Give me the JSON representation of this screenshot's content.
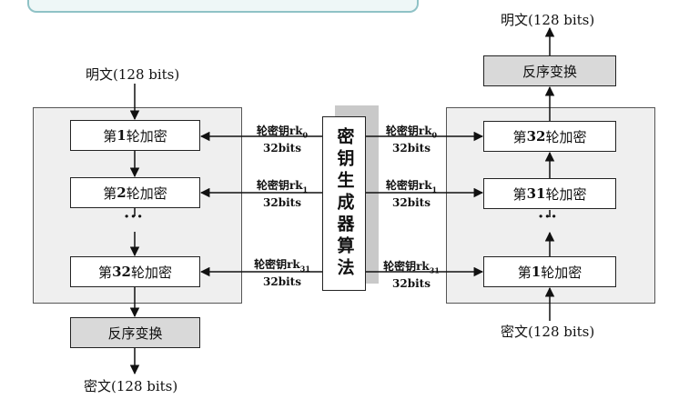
{
  "left": {
    "input": "明文(128 bits)",
    "rounds": [
      {
        "pre": "第",
        "num": "1",
        "post": "轮加密"
      },
      {
        "pre": "第",
        "num": "2",
        "post": "轮加密"
      },
      {
        "pre": "第",
        "num": "32",
        "post": "轮加密"
      }
    ],
    "dots": "···",
    "reverse": "反序变换",
    "output": "密文(128 bits)"
  },
  "right": {
    "input": "密文(128 bits)",
    "rounds": [
      {
        "pre": "第",
        "num": "32",
        "post": "轮加密"
      },
      {
        "pre": "第",
        "num": "31",
        "post": "轮加密"
      },
      {
        "pre": "第",
        "num": "1",
        "post": "轮加密"
      }
    ],
    "dots": "···",
    "reverse": "反序变换",
    "output": "明文(128 bits)"
  },
  "generator": "密钥生成器算法",
  "keys": {
    "left": [
      {
        "text": "轮密钥rk",
        "sub": "0",
        "bits": "32bits"
      },
      {
        "text": "轮密钥rk",
        "sub": "1",
        "bits": "32bits"
      },
      {
        "text": "轮密钥rk",
        "sub": "31",
        "bits": "32bits"
      }
    ],
    "right": [
      {
        "text": "轮密钥rk",
        "sub": "0",
        "bits": "32bits"
      },
      {
        "text": "轮密钥rk",
        "sub": "1",
        "bits": "32bits"
      },
      {
        "text": "轮密钥rk",
        "sub": "31",
        "bits": "32bits"
      }
    ]
  }
}
